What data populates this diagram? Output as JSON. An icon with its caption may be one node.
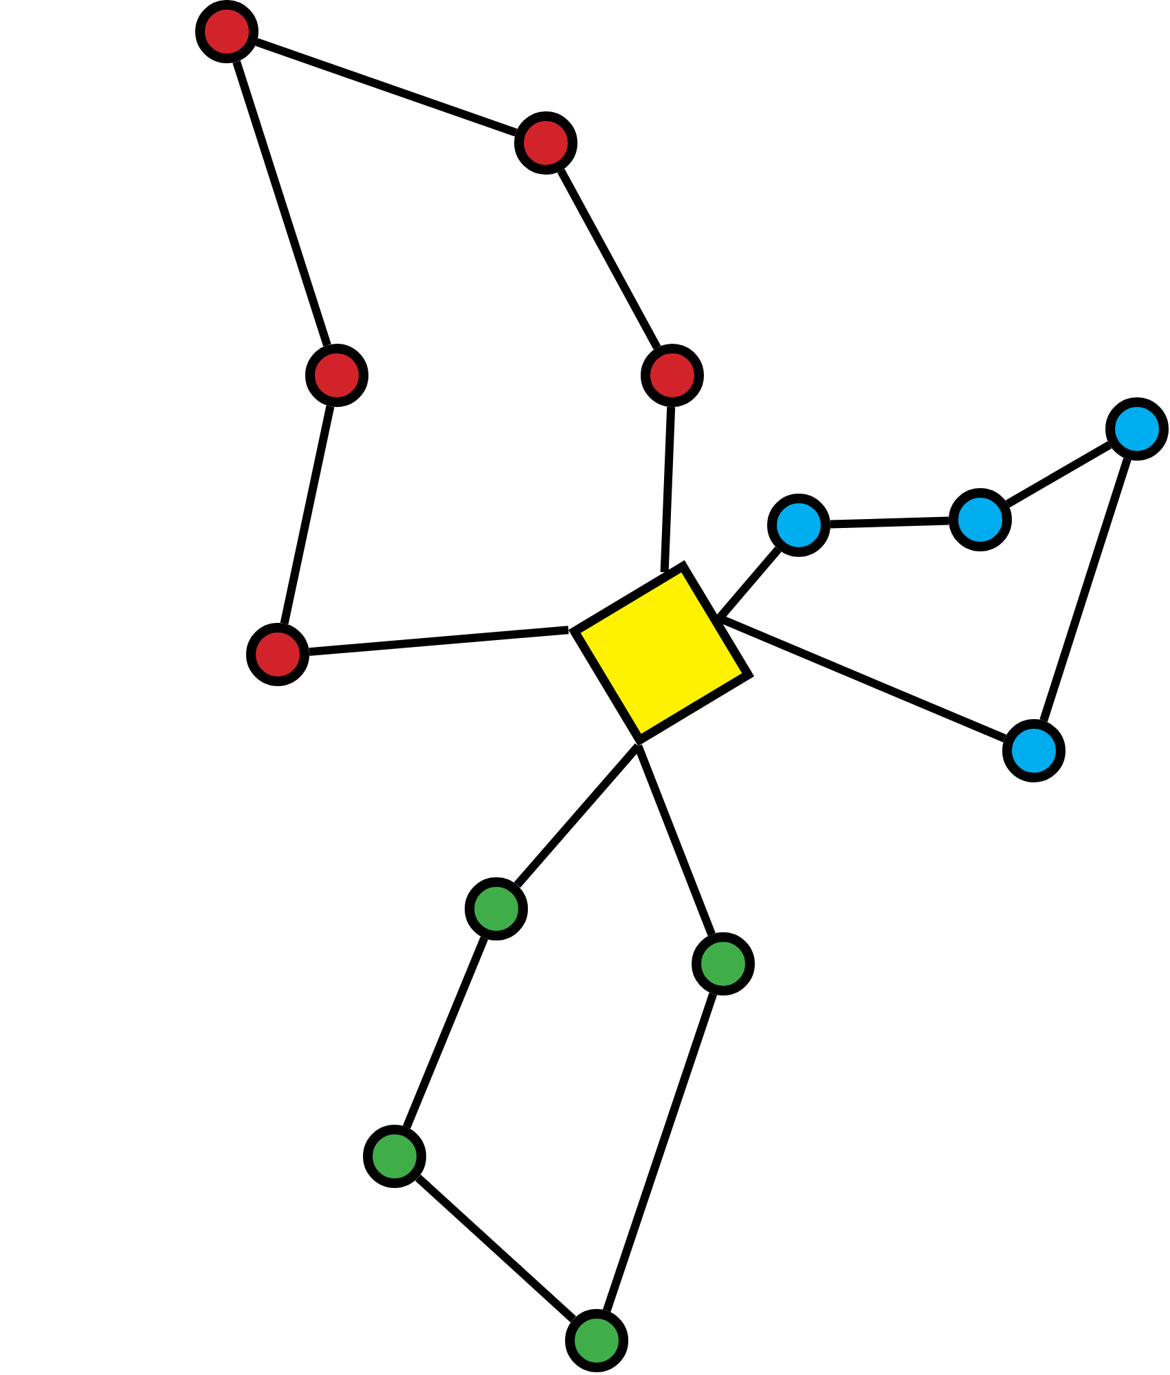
{
  "diagram": {
    "nodes": [
      {
        "text": [],
        "shape": "circle"
      },
      {
        "text": [],
        "shape": "circle"
      },
      {
        "text": [],
        "shape": "circle"
      },
      {
        "text": [],
        "shape": "circle"
      },
      {
        "text": [],
        "shape": "circle"
      },
      {
        "text": [],
        "shape": "circle"
      },
      {
        "text": [],
        "shape": "circle"
      },
      {
        "text": [],
        "shape": "box"
      },
      {
        "text": [],
        "shape": "circle"
      },
      {
        "text": [],
        "shape": "circle"
      },
      {
        "text": [],
        "shape": "circle"
      },
      {
        "text": [],
        "shape": "circle"
      },
      {
        "text": [],
        "shape": "circle"
      },
      {
        "text": [],
        "shape": "circle"
      }
    ],
    "edges": [
      {
        "from": 7,
        "to": 8,
        "arrow": "none"
      },
      {
        "from": 8,
        "to": 2,
        "arrow": "none"
      },
      {
        "from": 2,
        "to": 0,
        "arrow": "none"
      },
      {
        "from": 0,
        "to": 1,
        "arrow": "none"
      },
      {
        "from": 1,
        "to": 3,
        "arrow": "none"
      },
      {
        "from": 3,
        "to": 7,
        "arrow": "none"
      },
      {
        "from": 7,
        "to": 6,
        "arrow": "none"
      },
      {
        "from": 6,
        "to": 5,
        "arrow": "none"
      },
      {
        "from": 5,
        "to": 4,
        "arrow": "none"
      },
      {
        "from": 4,
        "to": 9,
        "arrow": "none"
      },
      {
        "from": 9,
        "to": 7,
        "arrow": "none"
      },
      {
        "from": 7,
        "to": 10,
        "arrow": "none"
      },
      {
        "from": 10,
        "to": 12,
        "arrow": "none"
      },
      {
        "from": 12,
        "to": 13,
        "arrow": "none"
      },
      {
        "from": 13,
        "to": 11,
        "arrow": "none"
      },
      {
        "from": 11,
        "to": 7,
        "arrow": "none"
      }
    ]
  }
}
